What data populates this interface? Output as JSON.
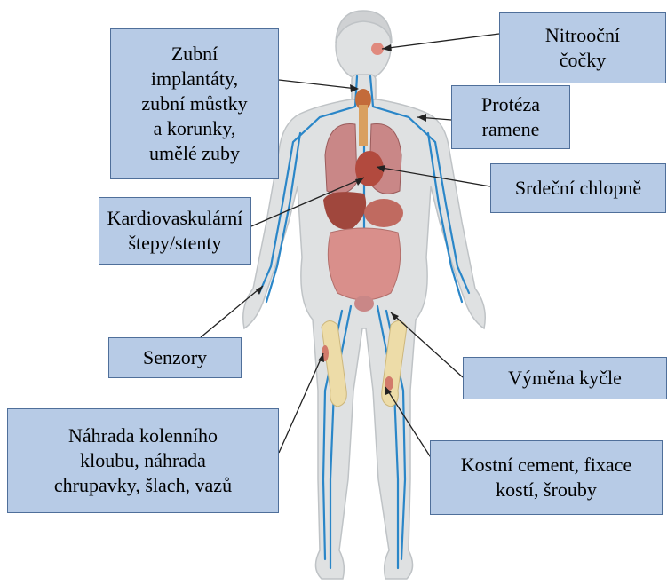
{
  "labels": {
    "dental": "Zubní\nimplantáty,\nzubní můstky\na korunky,\numělé zuby",
    "lens": "Nitrooční\nčočky",
    "shoulder": "Protéza\nramene",
    "heart_valve": "Srdeční chlopně",
    "cardio": "Kardiovaskulární\nštepy/stenty",
    "sensors": "Senzory",
    "hip": "Výměna kyčle",
    "knee": "Náhrada kolenního\nkloubu, náhrada\nchrupavky, šlach, vazů",
    "bone_cement": "Kostní cement, fixace\nkostí, šrouby"
  },
  "colors": {
    "box_fill": "#b7cbe6",
    "box_border": "#4f6f9a",
    "skin": "#dfe1e2",
    "vessel": "#2a86c8",
    "organ": "#c98787",
    "bone": "#eddca8",
    "pointer": "#222222"
  }
}
